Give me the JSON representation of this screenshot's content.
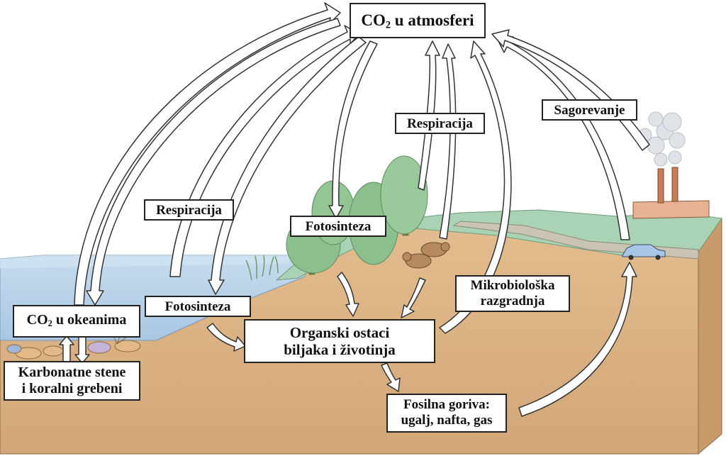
{
  "labels": {
    "co2_atmosphere": {
      "pre": "CO",
      "sub": "2",
      "post": " u atmosferi"
    },
    "respiration_top": "Respiracija",
    "respiration_left": "Respiracija",
    "combustion": "Sagorevanje",
    "photosynthesis_land": "Fotosinteza",
    "photosynthesis_water": "Fotosinteza",
    "microbial": [
      "Mikrobiološka",
      "razgradnja"
    ],
    "co2_ocean": {
      "pre": "CO",
      "sub": "2",
      "post": " u okeanima"
    },
    "organic": [
      "Organski ostaci",
      "biljaka i životinja"
    ],
    "carbonate": [
      "Karbonatne stene",
      "i koralni grebeni"
    ],
    "fossil": [
      "Fosilna goriva:",
      "ugalj, nafta, gas"
    ]
  },
  "colors": {
    "soil": "#d9b184",
    "soil_side": "#c89a6a",
    "water": "#b9d3e8",
    "water_side": "#a6c4e0",
    "grass": "#a9d3b4",
    "tree": "#8cbf8e",
    "arrow_fill": "#ffffff",
    "arrow_stroke": "#333333"
  }
}
